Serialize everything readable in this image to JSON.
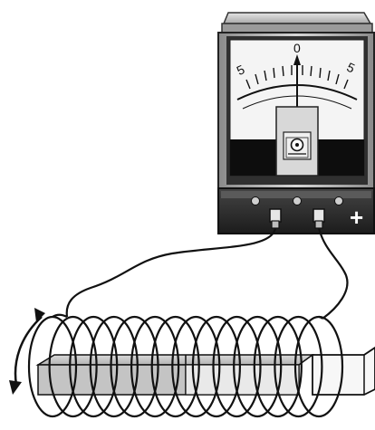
{
  "galvanometer": {
    "scale_left": "5",
    "scale_center": "0",
    "scale_right": "5",
    "terminal_sign": "+",
    "needle_reading": 0
  },
  "colors": {
    "case_metal": "#c8c8c8",
    "case_dark": "#2a2a2a",
    "dial_face": "#f4f4f4",
    "magnet": "#bdbdbd",
    "wire": "#111111"
  },
  "icons": [
    "rotation-arrow-icon"
  ]
}
